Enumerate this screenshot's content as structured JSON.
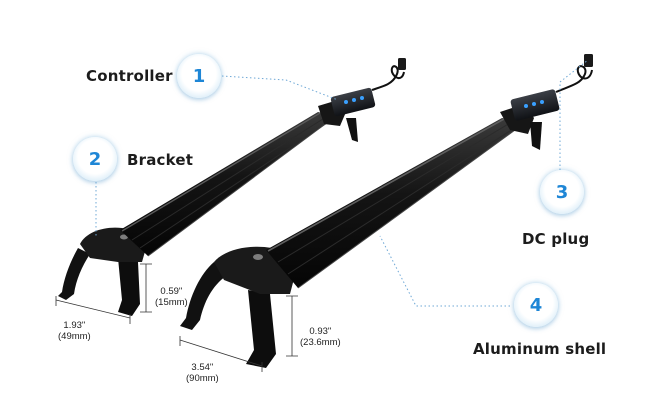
{
  "callouts": [
    {
      "number": "1",
      "label": "Controller"
    },
    {
      "number": "2",
      "label": "Bracket"
    },
    {
      "number": "3",
      "label": "DC plug"
    },
    {
      "number": "4",
      "label": "Aluminum shell"
    }
  ],
  "dimensions": {
    "bracket_width": {
      "imperial": "1.93\"",
      "metric": "(49mm)"
    },
    "bracket_height": {
      "imperial": "0.59\"",
      "metric": "(15mm)"
    },
    "body_width": {
      "imperial": "3.54\"",
      "metric": "(90mm)"
    },
    "body_height": {
      "imperial": "0.93\"",
      "metric": "(23.6mm)"
    }
  },
  "colors": {
    "accent": "#1e86d6",
    "leader": "#6fa8d6",
    "body": "#151515"
  }
}
